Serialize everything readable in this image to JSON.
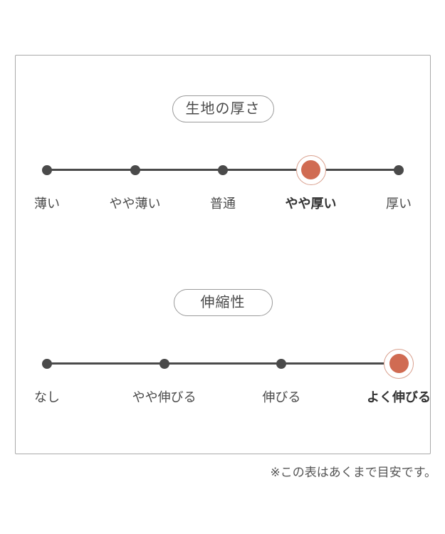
{
  "colors": {
    "line": "#4a4a4a",
    "dot": "#4a4a4a",
    "accent": "#d06b52",
    "ring": "#d9a08e",
    "panel_border": "#a9a9a9",
    "pill_border": "#9b9b9b",
    "text": "#4a4a4a",
    "note": "#555555"
  },
  "sections": [
    {
      "id": "fabric-thickness",
      "title": "生地の厚さ",
      "items": [
        {
          "label": "薄い",
          "selected": false
        },
        {
          "label": "やや薄い",
          "selected": false
        },
        {
          "label": "普通",
          "selected": false
        },
        {
          "label": "やや厚い",
          "selected": true
        },
        {
          "label": "厚い",
          "selected": false
        }
      ]
    },
    {
      "id": "stretchability",
      "title": "伸縮性",
      "items": [
        {
          "label": "なし",
          "selected": false
        },
        {
          "label": "やや伸びる",
          "selected": false
        },
        {
          "label": "伸びる",
          "selected": false
        },
        {
          "label": "よく伸びる",
          "selected": true
        }
      ]
    }
  ],
  "footer": {
    "note": "※この表はあくまで目安です。"
  }
}
